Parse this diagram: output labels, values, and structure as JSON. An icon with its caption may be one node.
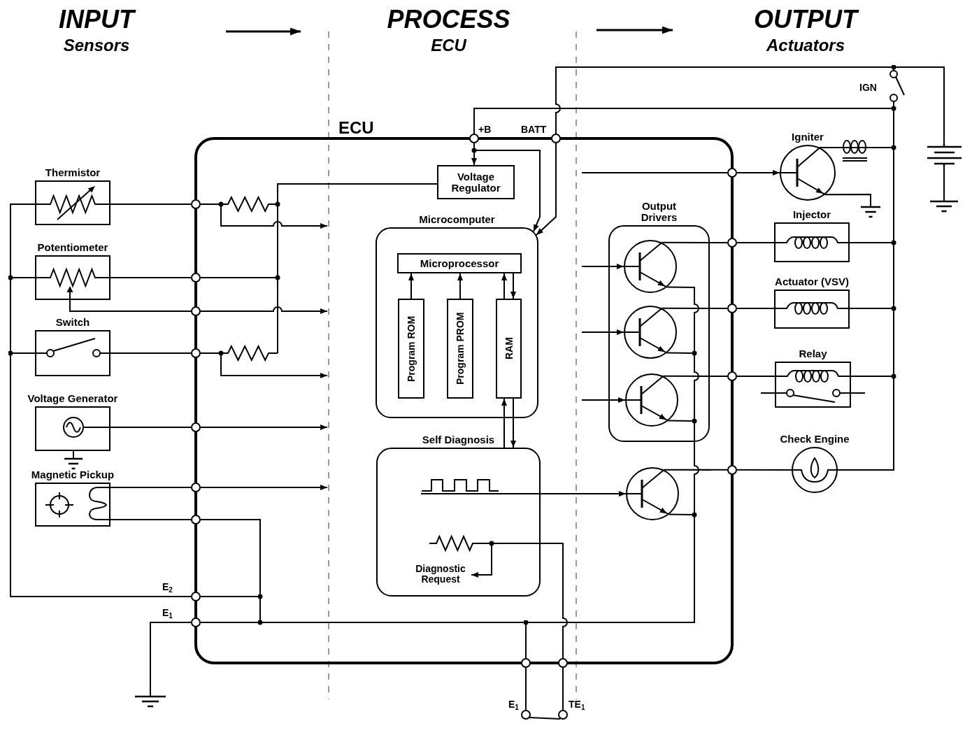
{
  "diagram": {
    "nodes": [
      {
        "text": [
          "ECU"
        ]
      },
      {
        "text": [
          "Thermistor"
        ]
      },
      {
        "text": [
          "Potentiometer"
        ]
      },
      {
        "text": [
          "Switch"
        ]
      },
      {
        "text": [
          "Voltage Generator"
        ]
      },
      {
        "text": [
          "Magnetic Pickup"
        ]
      },
      {
        "text": [
          "Voltage Regulator"
        ],
        "in": 0
      },
      {
        "text": [
          "Microcomputer"
        ],
        "in": 0
      },
      {
        "text": [
          "Microprocessor"
        ],
        "in": 7
      },
      {
        "text": [
          "Program ROM"
        ],
        "in": 7
      },
      {
        "text": [
          "Program PROM"
        ],
        "in": 7
      },
      {
        "text": [
          "RAM"
        ],
        "in": 7
      },
      {
        "text": [
          "Self Diagnosis"
        ],
        "in": 0
      },
      {
        "text": [
          "Diagnostic Request"
        ],
        "in": 12
      },
      {
        "text": [
          "Output Drivers"
        ],
        "in": 0
      },
      {
        "text": [],
        "shape": "transistor",
        "in": 14
      },
      {
        "text": [],
        "shape": "transistor",
        "in": 14
      },
      {
        "text": [],
        "shape": "transistor",
        "in": 14
      },
      {
        "text": [],
        "shape": "transistor",
        "in": 0
      },
      {
        "text": [
          "Igniter"
        ]
      },
      {
        "text": [
          "Injector"
        ]
      },
      {
        "text": [
          "Actuator (VSV)"
        ]
      },
      {
        "text": [
          "Relay"
        ]
      },
      {
        "text": [
          "Check Engine"
        ]
      },
      {
        "text": [],
        "shape": "battery"
      },
      {
        "text": [],
        "shape": "switch",
        "beside": [
          "IGN"
        ]
      },
      {
        "text": [],
        "shape": "ground"
      },
      {
        "text": [],
        "shape": "ground"
      },
      {
        "text": [],
        "shape": "ground"
      },
      {
        "text": [],
        "shape": "ground"
      },
      {
        "text": [],
        "shape": "circle",
        "beside": [
          "E$_{1}$"
        ]
      },
      {
        "text": [],
        "shape": "circle",
        "beside": [
          "TE$_{1}$"
        ]
      }
    ],
    "edges": [
      {
        "from": 1,
        "to": null,
        "arrow": "other"
      },
      {
        "from": 2,
        "to": null,
        "arrow": "other"
      },
      {
        "from": 3,
        "to": null,
        "arrow": "other"
      },
      {
        "from": 1,
        "to": null,
        "arrow": "to"
      },
      {
        "from": 6,
        "to": 2,
        "arrow": "none"
      },
      {
        "from": 2,
        "to": null,
        "arrow": "to"
      },
      {
        "from": 3,
        "to": null,
        "arrow": "to"
      },
      {
        "from": 4,
        "to": null,
        "arrow": "to"
      },
      {
        "from": 5,
        "to": null,
        "arrow": "to"
      },
      {
        "from": 5,
        "to": null,
        "arrow": "other"
      },
      {
        "from": 25,
        "to": 6,
        "arrow": "to"
      },
      {
        "from": null,
        "to": 7,
        "arrow": "to"
      },
      {
        "from": 24,
        "to": 7,
        "arrow": "to"
      },
      {
        "from": 9,
        "to": 8,
        "arrow": "to"
      },
      {
        "from": 10,
        "to": 8,
        "arrow": "to"
      },
      {
        "from": 11,
        "to": 8,
        "arrow": "to"
      },
      {
        "from": 8,
        "to": 11,
        "arrow": "to"
      },
      {
        "from": 12,
        "to": 11,
        "arrow": "to"
      },
      {
        "from": 11,
        "to": 12,
        "arrow": "to"
      },
      {
        "from": null,
        "to": 13,
        "arrow": "to"
      },
      {
        "from": 12,
        "to": 31,
        "arrow": "none"
      },
      {
        "from": 12,
        "to": 18,
        "arrow": "to"
      },
      {
        "from": null,
        "to": 15,
        "arrow": "to"
      },
      {
        "from": null,
        "to": 16,
        "arrow": "to"
      },
      {
        "from": null,
        "to": 17,
        "arrow": "to"
      },
      {
        "from": null,
        "to": 19,
        "arrow": "to"
      },
      {
        "from": 15,
        "to": 20,
        "arrow": "none"
      },
      {
        "from": 16,
        "to": 21,
        "arrow": "none"
      },
      {
        "from": 17,
        "to": 22,
        "arrow": "none"
      },
      {
        "from": 18,
        "to": 23,
        "arrow": "none"
      },
      {
        "from": 20,
        "to": null,
        "arrow": "other"
      },
      {
        "from": 21,
        "to": null,
        "arrow": "other"
      },
      {
        "from": 22,
        "to": null,
        "arrow": "other"
      },
      {
        "from": 23,
        "to": 25,
        "arrow": "other"
      },
      {
        "from": 19,
        "to": null,
        "arrow": "other"
      },
      {
        "from": 15,
        "to": 29,
        "arrow": "none"
      },
      {
        "from": 16,
        "to": null,
        "arrow": "other"
      },
      {
        "from": 17,
        "to": null,
        "arrow": "other"
      },
      {
        "from": 18,
        "to": null,
        "arrow": "other"
      },
      {
        "from": 4,
        "to": 26,
        "arrow": "none"
      },
      {
        "from": 19,
        "to": 27,
        "arrow": "none"
      },
      {
        "from": 24,
        "to": 28,
        "arrow": "none"
      },
      {
        "from": 30,
        "to": null,
        "arrow": "other"
      },
      {
        "from": 30,
        "to": 31,
        "arrow": "none"
      },
      {
        "from": 25,
        "to": null,
        "arrow": "other"
      }
    ],
    "labels": [
      "INPUT",
      "Sensors",
      "PROCESS",
      "ECU",
      "OUTPUT",
      "Actuators",
      "+B",
      "BATT",
      "E$_{2}$",
      "E$_{1}$"
    ]
  }
}
